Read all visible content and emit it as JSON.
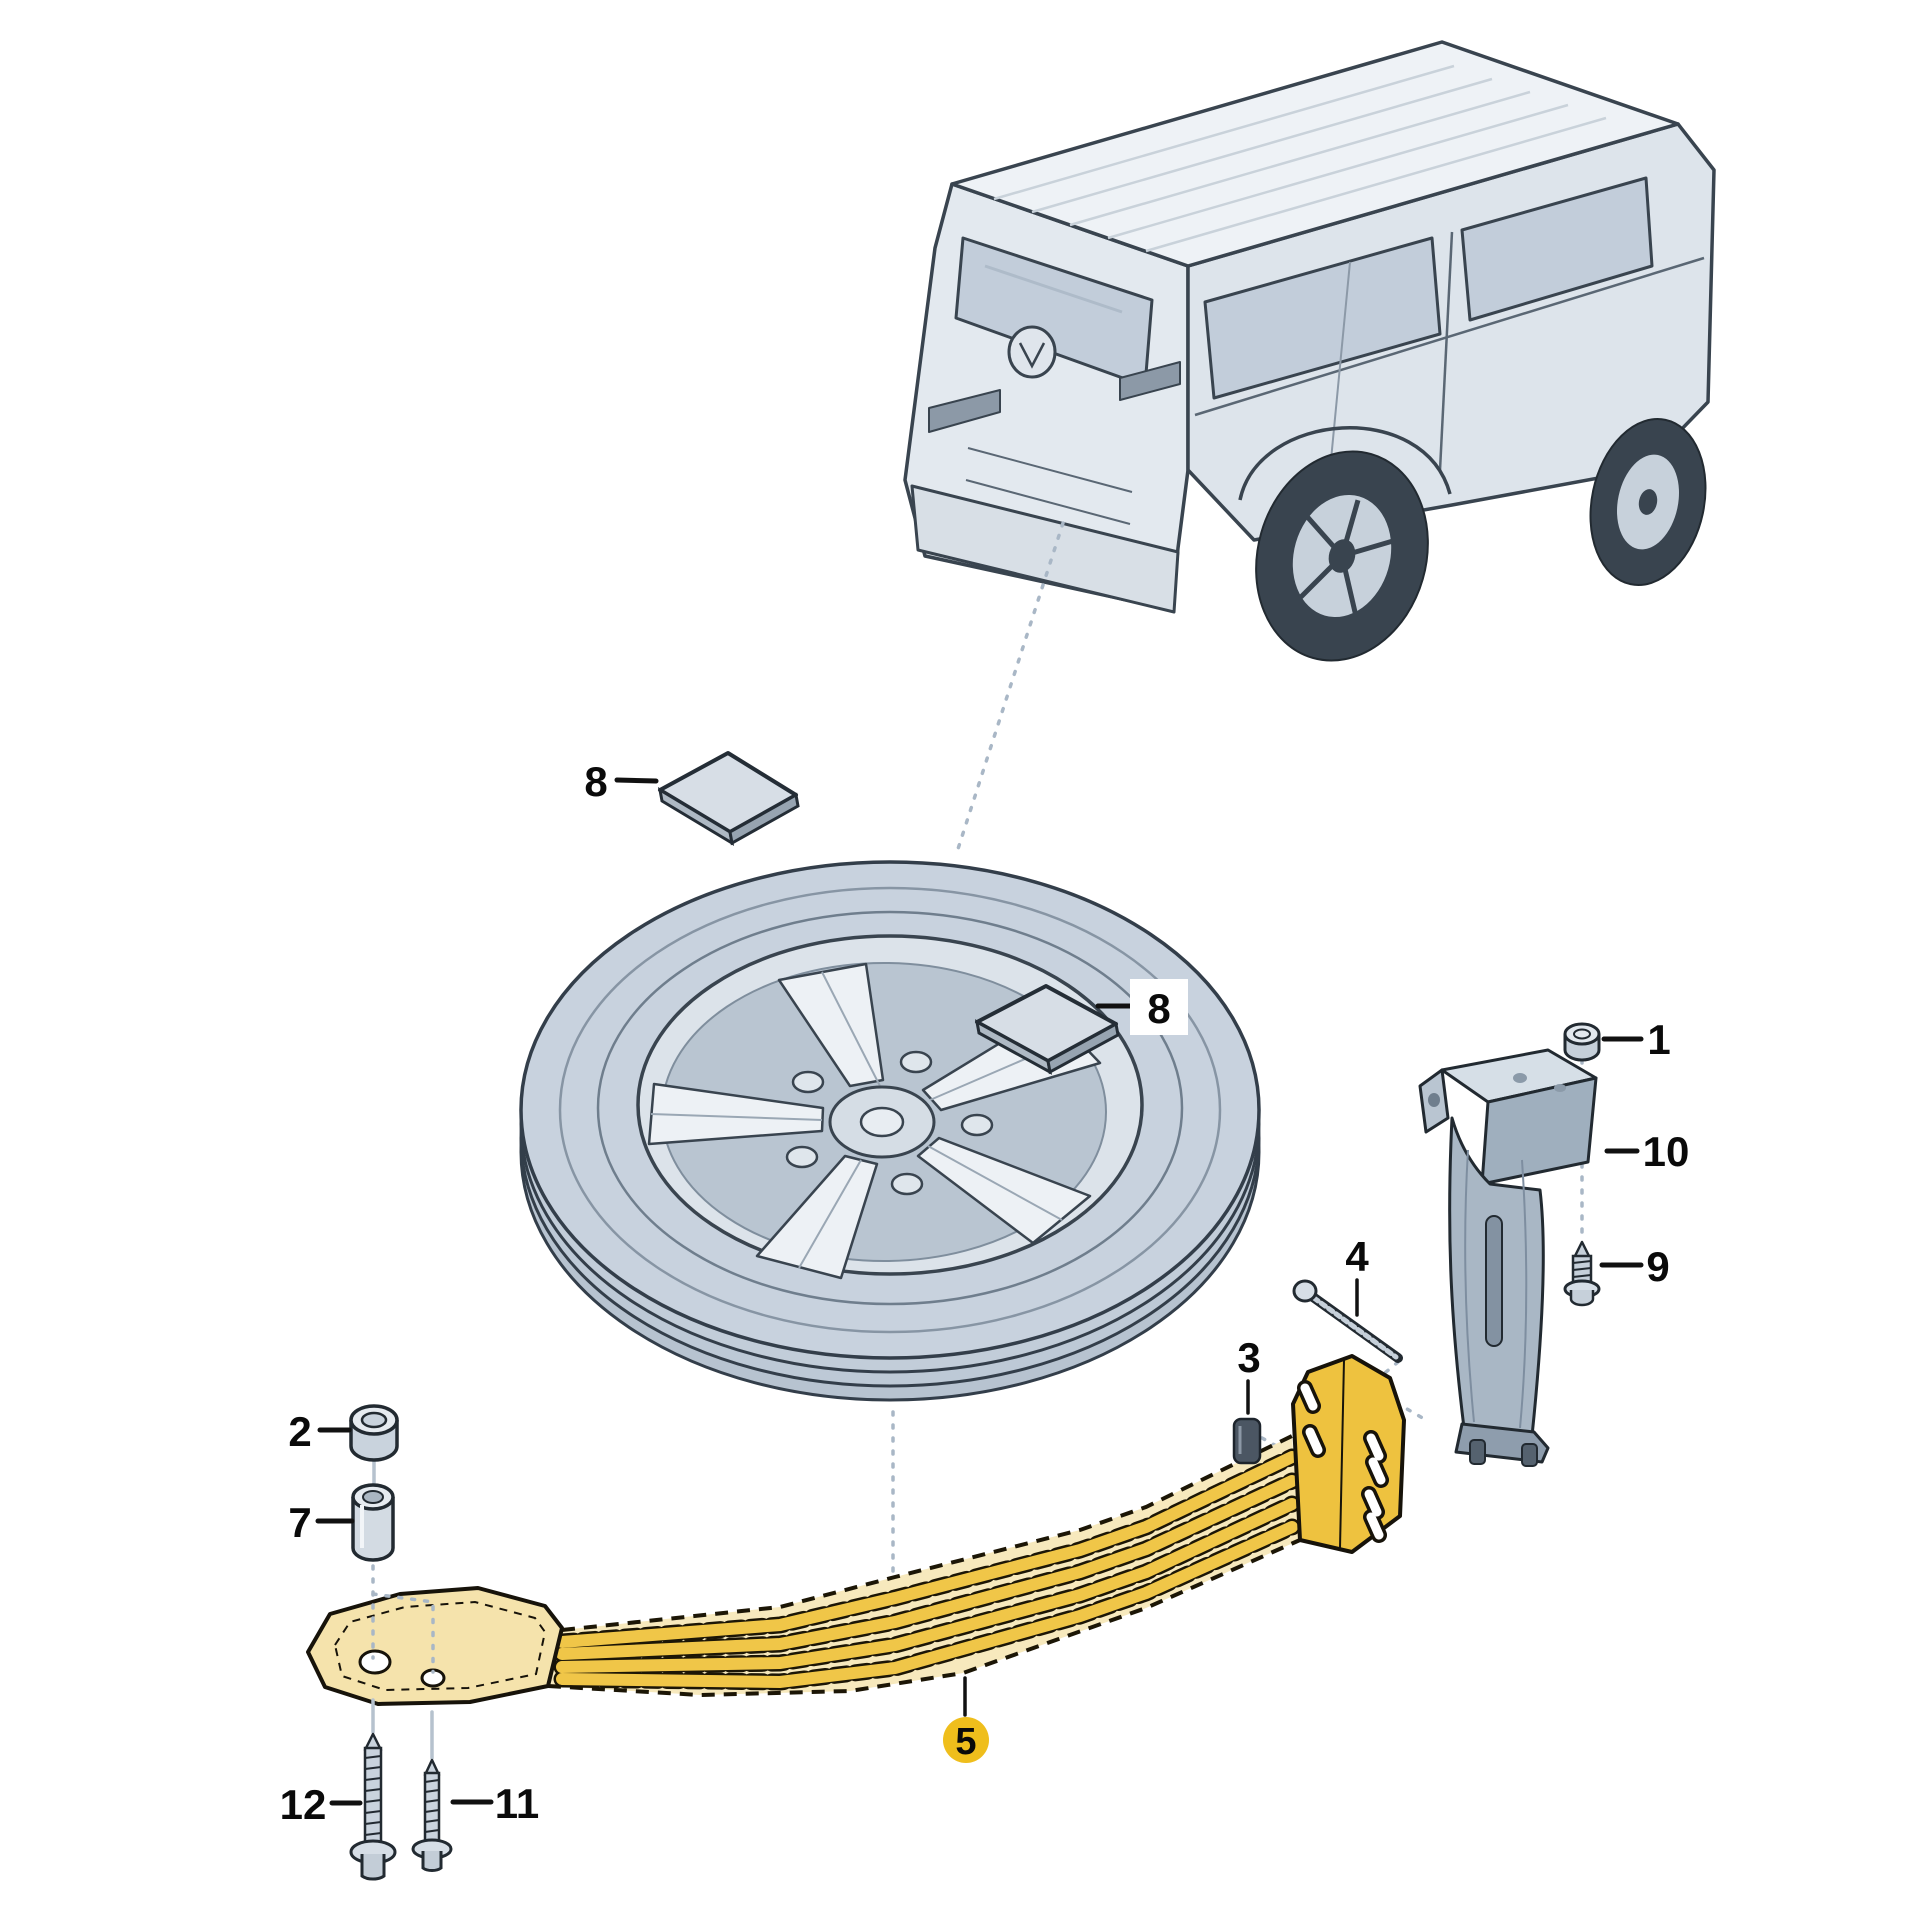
{
  "diagram": {
    "kind": "exploded-parts-diagram",
    "colors": {
      "background": "#FFFFFF",
      "highlight_yellow": "#EFBE1C",
      "beam_rib_yellow": "#F0C648",
      "beam_face_yellow": "#F7E9BD",
      "plate_yellow": "#EEC23F",
      "part_gray_blue": "#C9D3DD",
      "outline_dark": "#1C1606",
      "line_dark": "#39444F",
      "guide_blue": "#A9B7C6"
    },
    "callouts": {
      "c1": {
        "label": "1"
      },
      "c2": {
        "label": "2"
      },
      "c3": {
        "label": "3"
      },
      "c4": {
        "label": "4"
      },
      "c5": {
        "label": "5"
      },
      "c7": {
        "label": "7"
      },
      "c8a": {
        "label": "8"
      },
      "c8b": {
        "label": "8"
      },
      "c9": {
        "label": "9"
      },
      "c10": {
        "label": "10"
      },
      "c11": {
        "label": "11"
      },
      "c12": {
        "label": "12"
      }
    }
  }
}
